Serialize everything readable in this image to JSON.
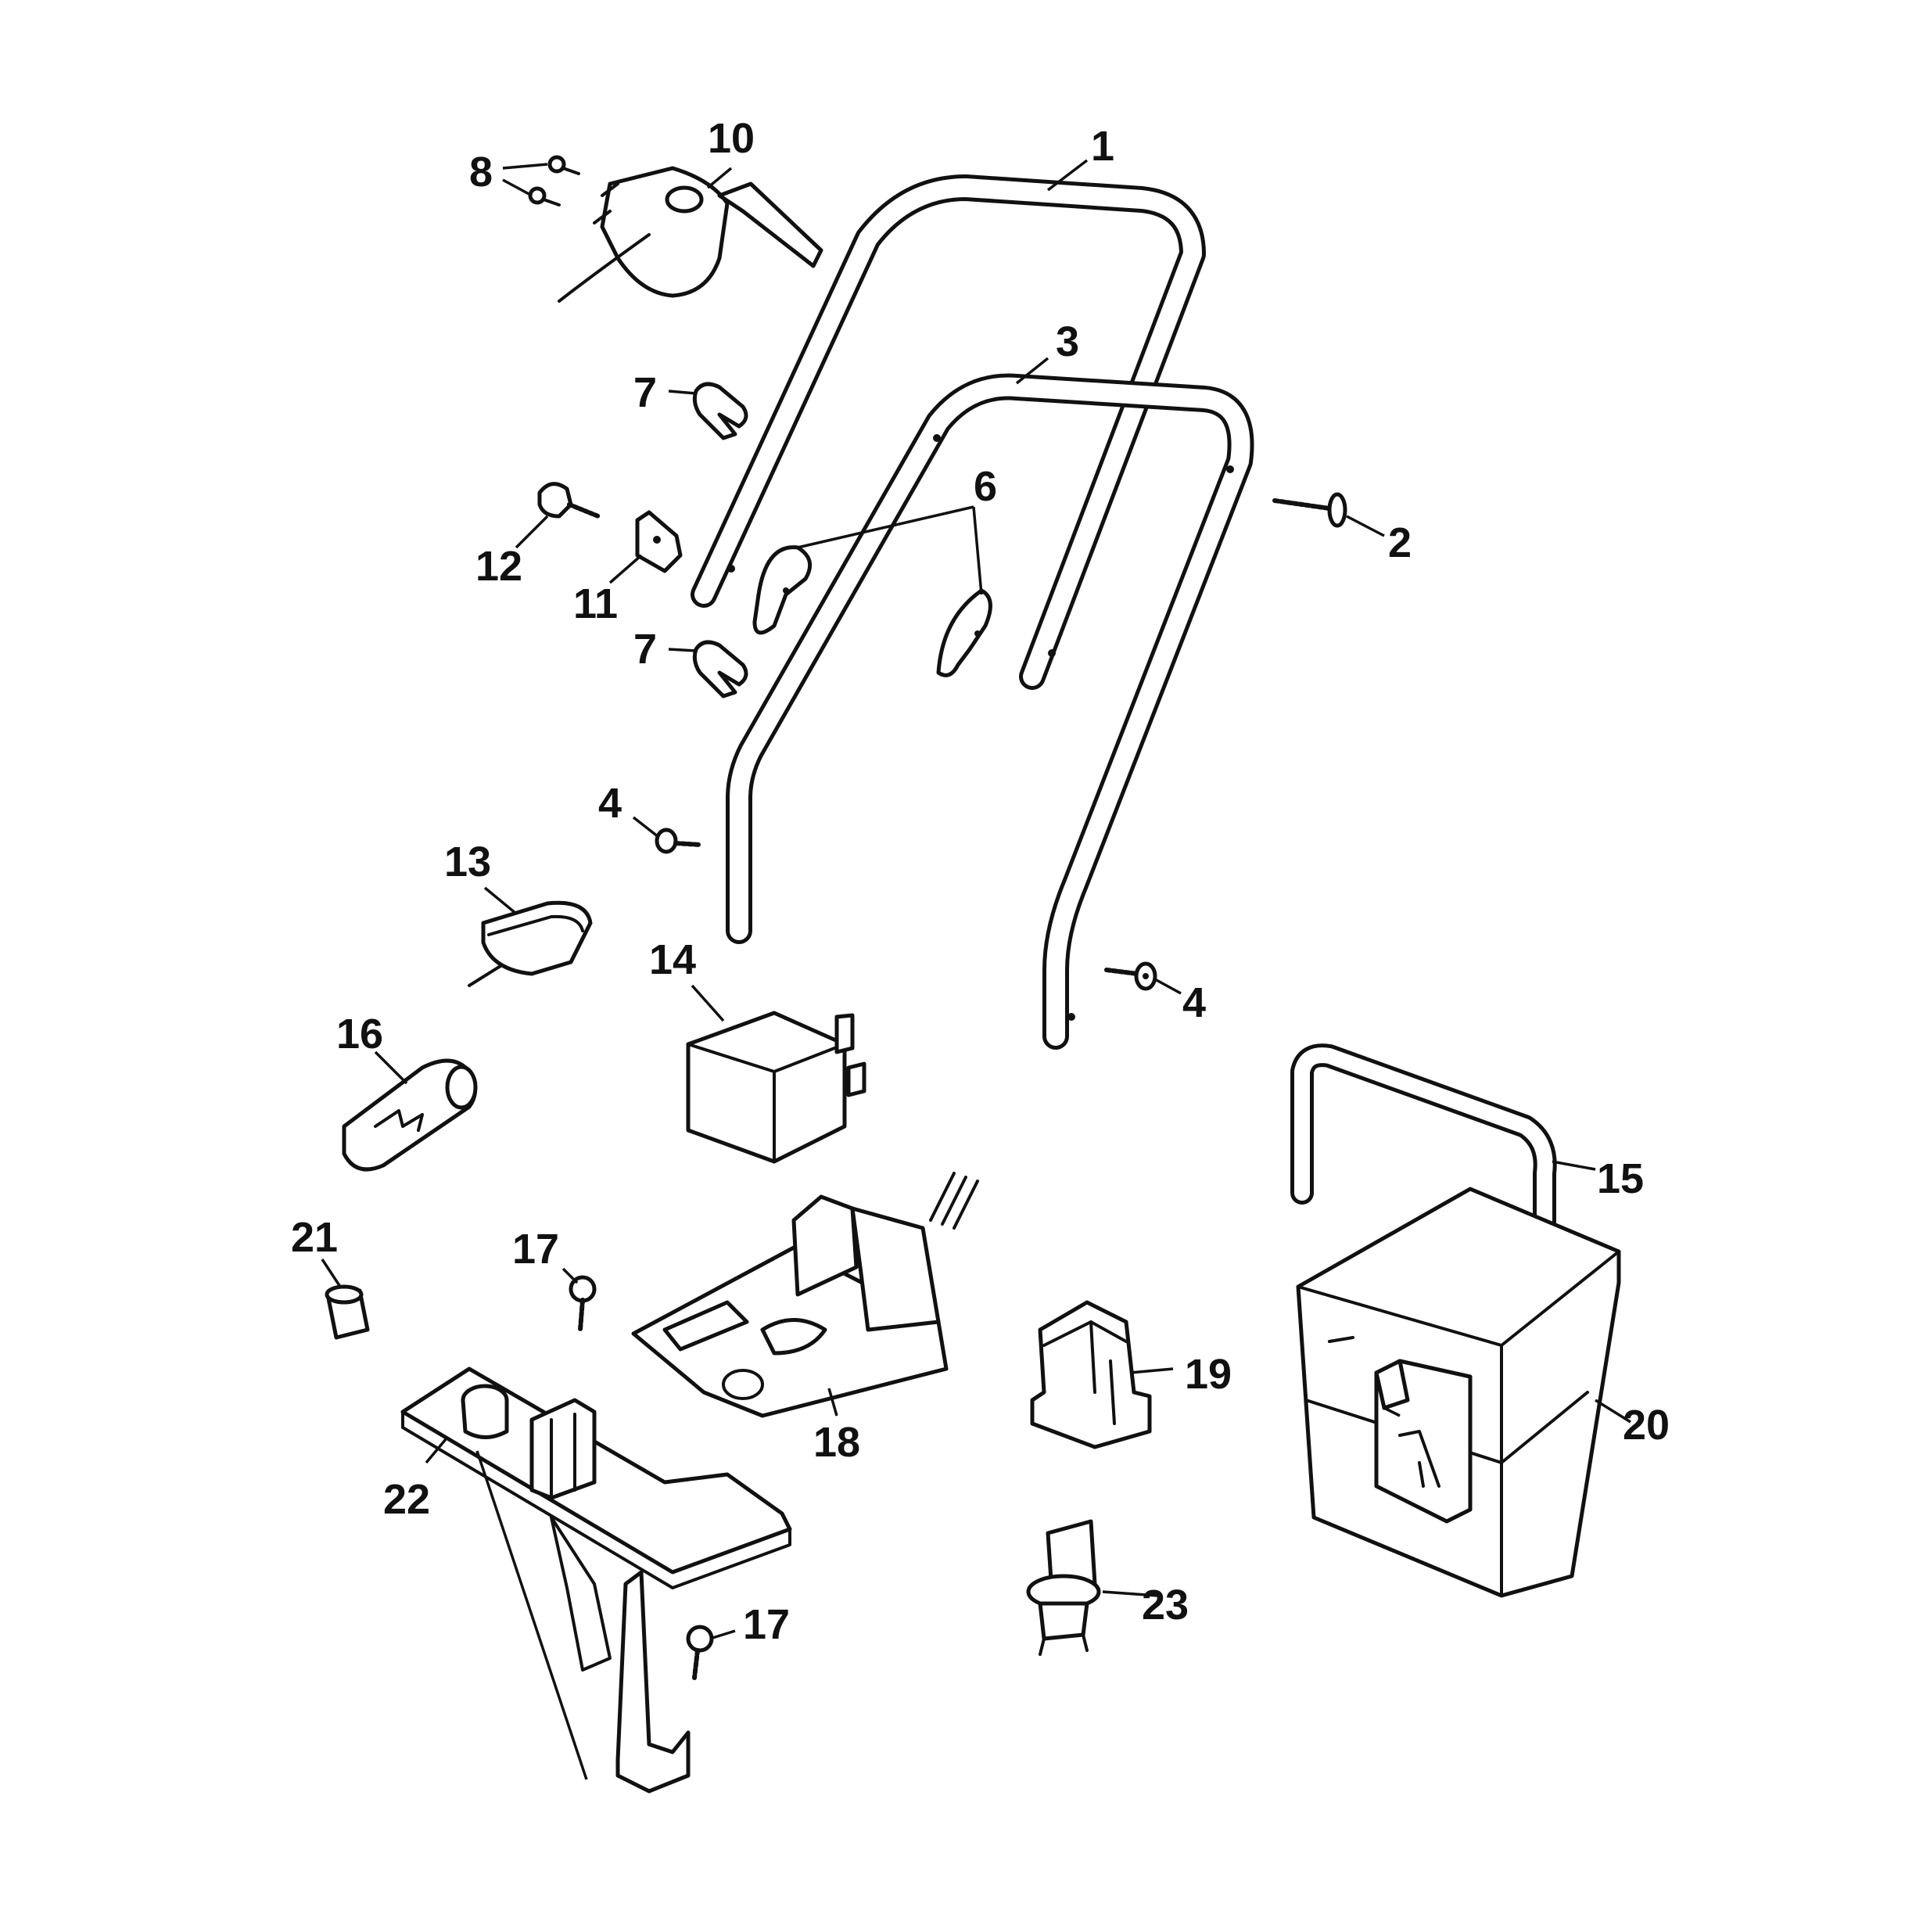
{
  "labels": {
    "l1": "1",
    "l2": "2",
    "l3": "3",
    "l4a": "4",
    "l4b": "4",
    "l6": "6",
    "l7a": "7",
    "l7b": "7",
    "l8": "8",
    "l10": "10",
    "l11": "11",
    "l12": "12",
    "l13": "13",
    "l14": "14",
    "l15": "15",
    "l16": "16",
    "l17a": "17",
    "l17b": "17",
    "l18": "18",
    "l19": "19",
    "l20": "20",
    "l21": "21",
    "l22": "22",
    "l23": "23"
  },
  "colors": {
    "ink": "#111111",
    "paper": "#ffffff"
  }
}
